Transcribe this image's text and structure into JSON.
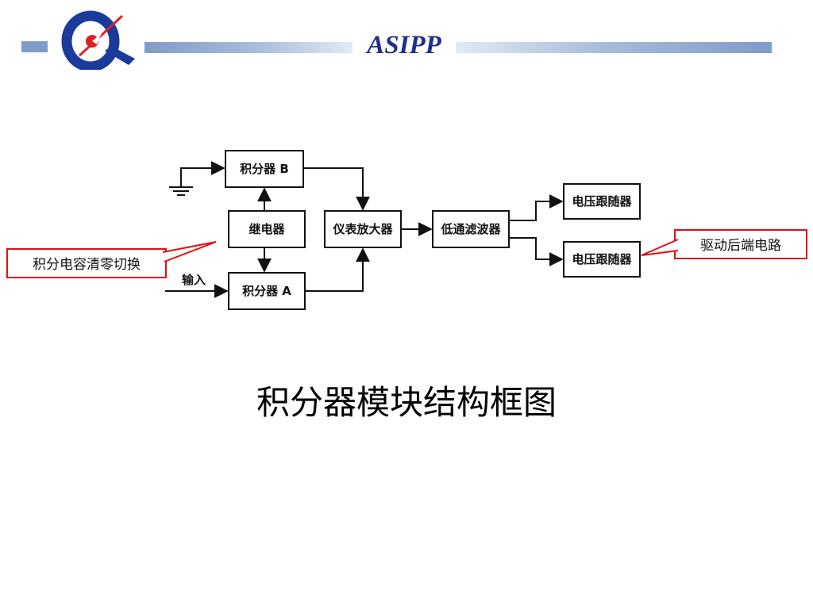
{
  "header": {
    "org_name": "ASIPP",
    "bar_color": "#7f9cc7",
    "title_color": "#1f2f8f",
    "logo_icon": "asipp-logo",
    "logo_colors": {
      "ring": "#1a3a9c",
      "accent": "#e02020"
    }
  },
  "diagram": {
    "blocks": {
      "integrator_b": "积分器 B",
      "relay": "继电器",
      "integrator_a": "积分器 A",
      "instrumentation_amplifier": "仪表放大器",
      "low_pass_filter": "低通滤波器",
      "voltage_follower_1": "电压跟随器",
      "voltage_follower_2": "电压跟随器"
    },
    "input_label": "输入",
    "ground_icon": "ground-icon",
    "callouts": {
      "capacitor_reset": "积分电容清零切换",
      "backend_drive": "驱动后端电路"
    },
    "callout_color": "#e01010"
  },
  "caption": "积分器模块结构框图"
}
